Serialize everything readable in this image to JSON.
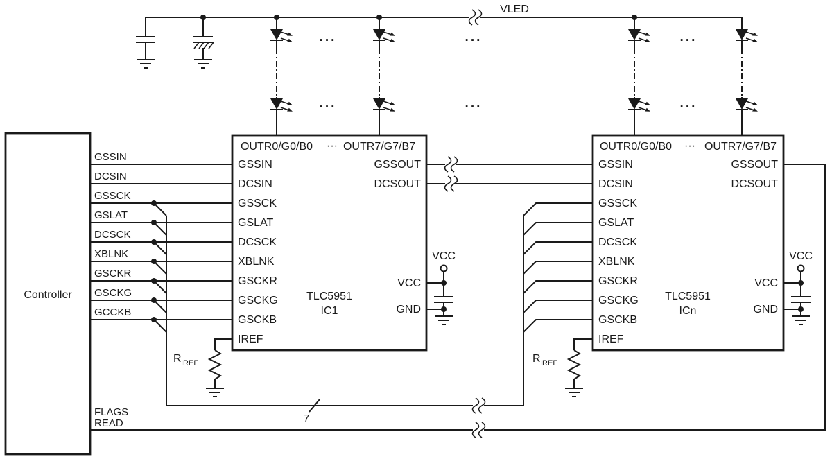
{
  "power": {
    "vled": "VLED",
    "vcc": "VCC",
    "gnd": "GND"
  },
  "dots": "···",
  "controller": {
    "label": "Controller",
    "signals": [
      "GSSIN",
      "DCSIN",
      "GSSCK",
      "GSLAT",
      "DCSCK",
      "XBLNK",
      "GSCKR",
      "GSCKG",
      "GCCKB"
    ],
    "flags": "FLAGS",
    "read": "READ"
  },
  "bus": {
    "width": "7"
  },
  "resistor": {
    "name": "R",
    "subscript": "IREF"
  },
  "ic": {
    "part": "TLC5951",
    "top_pin_left": "OUTR0/G0/B0",
    "top_pin_right": "OUTR7/G7/B7",
    "left_pins": [
      "GSSIN",
      "DCSIN",
      "GSSCK",
      "GSLAT",
      "DCSCK",
      "XBLNK",
      "GSCKR",
      "GSCKG",
      "GSCKB",
      "IREF"
    ],
    "right_pins": [
      "GSSOUT",
      "DCSOUT"
    ],
    "vcc": "VCC",
    "gnd": "GND"
  },
  "instances": [
    {
      "designator": "IC1"
    },
    {
      "designator": "ICn"
    }
  ]
}
